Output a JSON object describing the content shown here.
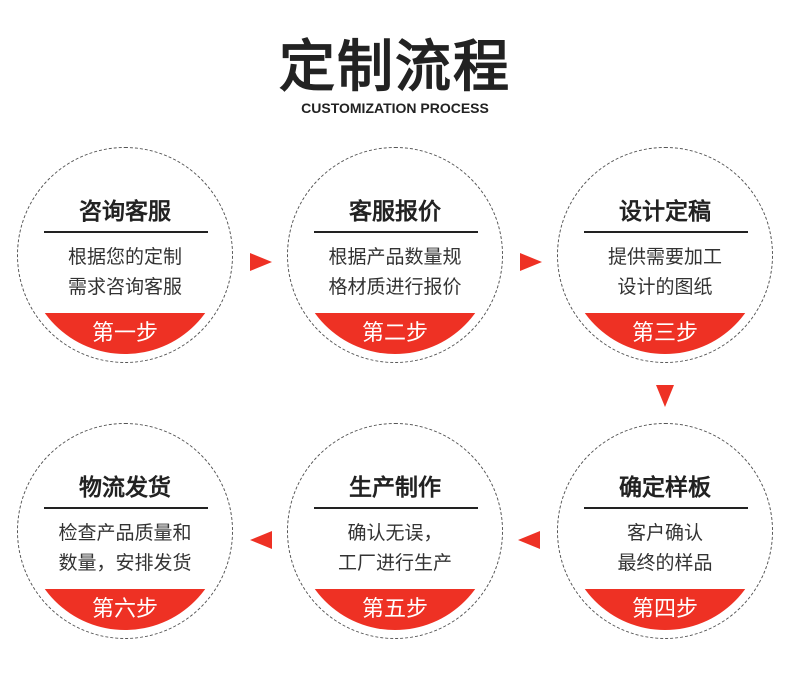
{
  "header": {
    "title": "定制流程",
    "subtitle": "CUSTOMIZATION PROCESS"
  },
  "steps": [
    {
      "title": "咨询客服",
      "line1": "根据您的定制",
      "line2": "需求咨询客服",
      "step": "第一步"
    },
    {
      "title": "客服报价",
      "line1": "根据产品数量规",
      "line2": "格材质进行报价",
      "step": "第二步"
    },
    {
      "title": "设计定稿",
      "line1": "提供需要加工",
      "line2": "设计的图纸",
      "step": "第三步"
    },
    {
      "title": "确定样板",
      "line1": "客户确认",
      "line2": "最终的样品",
      "step": "第四步"
    },
    {
      "title": "生产制作",
      "line1": "确认无误，",
      "line2": "工厂进行生产",
      "step": "第五步"
    },
    {
      "title": "物流发货",
      "line1": "检查产品质量和",
      "line2": "数量，安排发货",
      "step": "第六步"
    }
  ],
  "colors": {
    "accent": "#ee3124"
  }
}
